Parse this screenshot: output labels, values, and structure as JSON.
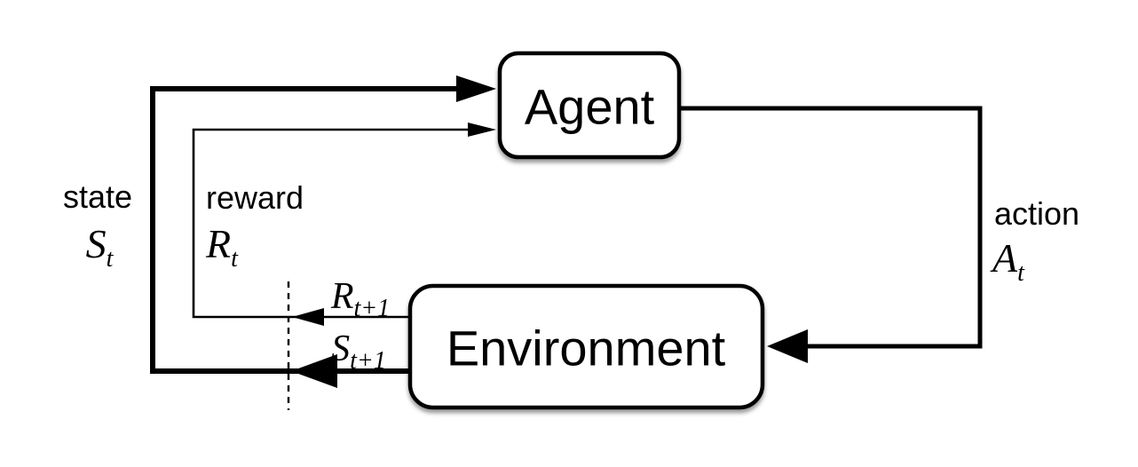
{
  "diagram": {
    "title": "agent-environment-interaction-loop",
    "colors": {
      "background": "#ffffff",
      "line": "#000000",
      "box_fill": "#ffffff"
    },
    "nodes": {
      "agent": {
        "label": "Agent"
      },
      "environment": {
        "label": "Environment"
      }
    },
    "labels": {
      "state": {
        "word": "state",
        "symbol": "S",
        "subscript": "t"
      },
      "reward": {
        "word": "reward",
        "symbol": "R",
        "subscript": "t"
      },
      "action": {
        "word": "action",
        "symbol": "A",
        "subscript": "t"
      },
      "next_reward": {
        "symbol": "R",
        "subscript": "t+1"
      },
      "next_state": {
        "symbol": "S",
        "subscript": "t+1"
      }
    },
    "edges": [
      {
        "from": "agent",
        "to": "environment",
        "label": "action"
      },
      {
        "from": "environment",
        "to": "agent",
        "label": "state"
      },
      {
        "from": "environment",
        "to": "agent",
        "label": "reward"
      }
    ]
  }
}
